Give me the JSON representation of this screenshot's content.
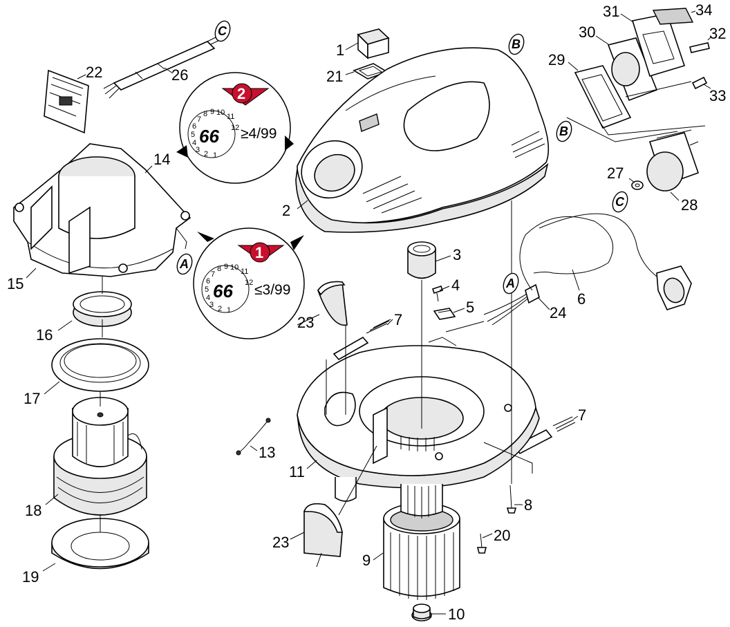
{
  "parts": [
    {
      "id": "p1",
      "label": "1"
    },
    {
      "id": "p2",
      "label": "2"
    },
    {
      "id": "p3",
      "label": "3"
    },
    {
      "id": "p4",
      "label": "4"
    },
    {
      "id": "p5",
      "label": "5"
    },
    {
      "id": "p6",
      "label": "6"
    },
    {
      "id": "p7a",
      "label": "7"
    },
    {
      "id": "p7b",
      "label": "7"
    },
    {
      "id": "p8",
      "label": "8"
    },
    {
      "id": "p9",
      "label": "9"
    },
    {
      "id": "p10",
      "label": "10"
    },
    {
      "id": "p11",
      "label": "11"
    },
    {
      "id": "p13",
      "label": "13"
    },
    {
      "id": "p14",
      "label": "14"
    },
    {
      "id": "p15",
      "label": "15"
    },
    {
      "id": "p16",
      "label": "16"
    },
    {
      "id": "p17",
      "label": "17"
    },
    {
      "id": "p18",
      "label": "18"
    },
    {
      "id": "p19",
      "label": "19"
    },
    {
      "id": "p20",
      "label": "20"
    },
    {
      "id": "p21",
      "label": "21"
    },
    {
      "id": "p22",
      "label": "22"
    },
    {
      "id": "p23a",
      "label": "23"
    },
    {
      "id": "p23b",
      "label": "23"
    },
    {
      "id": "p24",
      "label": "24"
    },
    {
      "id": "p26",
      "label": "26"
    },
    {
      "id": "p27",
      "label": "27"
    },
    {
      "id": "p28",
      "label": "28"
    },
    {
      "id": "p29",
      "label": "29"
    },
    {
      "id": "p30",
      "label": "30"
    },
    {
      "id": "p31",
      "label": "31"
    },
    {
      "id": "p32",
      "label": "32"
    },
    {
      "id": "p33",
      "label": "33"
    },
    {
      "id": "p34",
      "label": "34"
    }
  ],
  "refs": {
    "a": "A",
    "b": "B",
    "c": "C"
  },
  "version_callouts": [
    {
      "step": "2",
      "center_text": "66",
      "condition": "≥4/99",
      "dial_numbers": [
        "1",
        "2",
        "3",
        "4",
        "5",
        "6",
        "7",
        "8",
        "9",
        "10",
        "11",
        "12"
      ]
    },
    {
      "step": "1",
      "center_text": "66",
      "condition": "≤3/99",
      "dial_numbers": [
        "1",
        "2",
        "3",
        "4",
        "5",
        "6",
        "7",
        "8",
        "9",
        "10",
        "11",
        "12"
      ]
    }
  ],
  "colors": {
    "accent": "#c8102e",
    "line": "#000000",
    "shade": "#e8e8e8"
  }
}
